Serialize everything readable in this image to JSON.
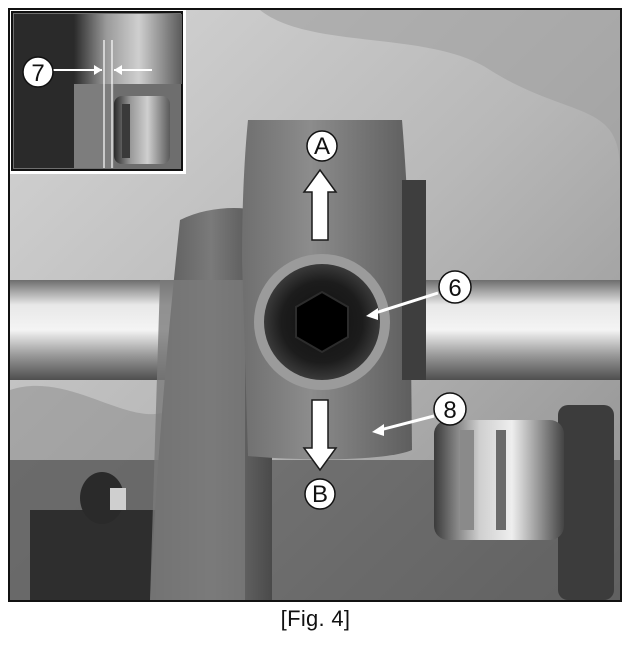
{
  "figure": {
    "caption": "[Fig. 4]",
    "callouts": {
      "a": "A",
      "b": "B",
      "six": "6",
      "seven": "7",
      "eight": "8"
    },
    "arrow_color": "#ffffff",
    "callout_fill": "#ffffff",
    "callout_stroke": "#111111"
  }
}
